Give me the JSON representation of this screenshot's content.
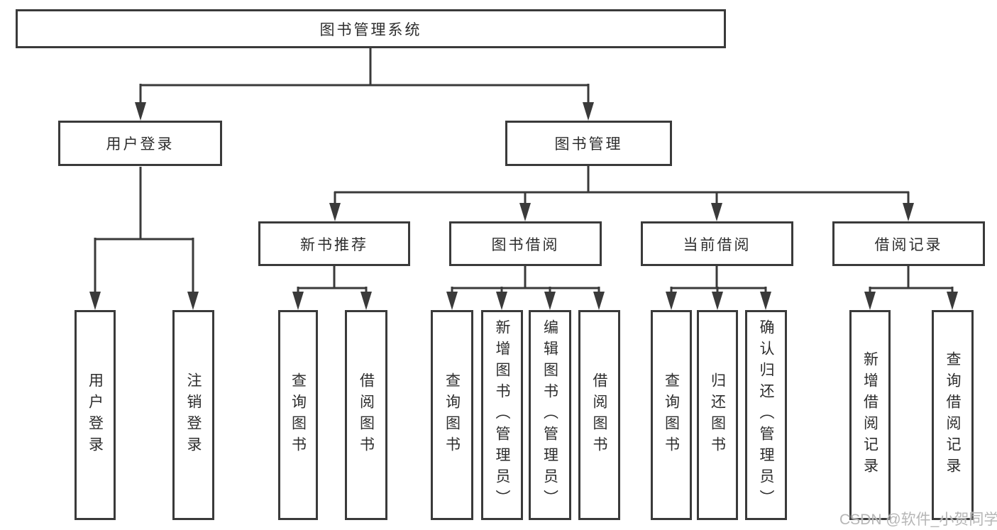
{
  "colors": {
    "line": "#3a3a3a",
    "box_border": "#3a3a3a",
    "text": "#2d2d2d",
    "background": "#ffffff",
    "watermark": "#b2b2b2"
  },
  "watermark": "CSDN @软件_小贺同学",
  "tree": {
    "root": "图书管理系统",
    "level2": [
      {
        "label": "用户登录",
        "children": [
          "用户登录",
          "注销登录"
        ]
      },
      {
        "label": "图书管理",
        "children": [
          {
            "label": "新书推荐",
            "children": [
              "查询图书",
              "借阅图书"
            ]
          },
          {
            "label": "图书借阅",
            "children": [
              "查询图书",
              "新增图书（管理员）",
              "编辑图书（管理员）",
              "借阅图书"
            ]
          },
          {
            "label": "当前借阅",
            "children": [
              "查询图书",
              "归还图书",
              "确认归还（管理员）"
            ]
          },
          {
            "label": "借阅记录",
            "children": [
              "新增借阅记录",
              "查询借阅记录"
            ]
          }
        ]
      }
    ]
  }
}
